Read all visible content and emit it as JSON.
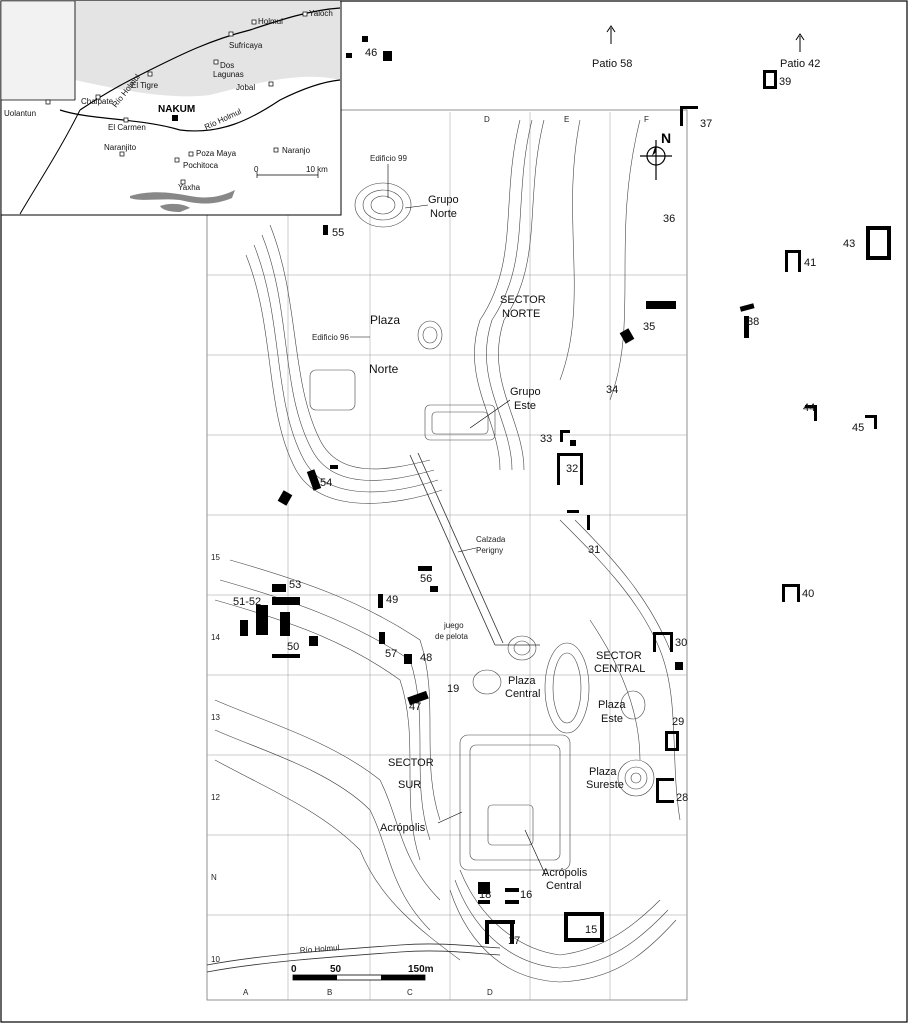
{
  "inset": {
    "places": [
      "Yaloch",
      "Holmul",
      "Sufricaya",
      "Dos",
      "Lagunas",
      "Jobal",
      "El Tigre",
      "Chalpate",
      "Uolantun",
      "El Carmen",
      "Naranjito",
      "Poza Maya",
      "Pochitoca",
      "Naranjo",
      "Yaxha"
    ],
    "site": "NAKUM",
    "rivers": [
      "Río Holmul",
      "Río Holmul"
    ],
    "scale_label": "10 km",
    "scale_zero": "0"
  },
  "labels": {
    "patio58": "Patio 58",
    "patio42": "Patio 42",
    "north": "N",
    "edificio99": "Edificio 99",
    "grupo_norte_1": "Grupo",
    "grupo_norte_2": "Norte",
    "sector_norte_1": "SECTOR",
    "sector_norte_2": "NORTE",
    "plaza_norte_1": "Plaza",
    "plaza_norte_2": "Norte",
    "edificio96": "Edificio 96",
    "grupo_este_1": "Grupo",
    "grupo_este_2": "Este",
    "calzada_1": "Calzada",
    "calzada_2": "Perigny",
    "juego_1": "juego",
    "juego_2": "de pelota",
    "plaza_central_1": "Plaza",
    "plaza_central_2": "Central",
    "sector_central_1": "SECTOR",
    "sector_central_2": "CENTRAL",
    "plaza_este_1": "Plaza",
    "plaza_este_2": "Este",
    "plaza_sureste_1": "Plaza",
    "plaza_sureste_2": "Sureste",
    "sector_sur_1": "SECTOR",
    "sector_sur_2": "SUR",
    "acropolis": "Acrópolis",
    "acropolis_central_1": "Acrópolis",
    "acropolis_central_2": "Central",
    "rio": "Río Holmul",
    "scale_0": "0",
    "scale_50": "50",
    "scale_150": "150m"
  },
  "grid_cols": [
    "A",
    "B",
    "C",
    "D"
  ],
  "grid_top": [
    "D",
    "E",
    "F"
  ],
  "grid_rows": [
    "15",
    "14",
    "13",
    "12",
    "N",
    "10"
  ],
  "structures": [
    "46",
    "39",
    "37",
    "36",
    "43",
    "41",
    "55",
    "35",
    "38",
    "34",
    "44",
    "45",
    "33",
    "32",
    "54",
    "31",
    "56",
    "53",
    "51-52",
    "40",
    "49",
    "30",
    "50",
    "57",
    "48",
    "19",
    "47",
    "29",
    "28",
    "18",
    "16",
    "17",
    "15"
  ]
}
